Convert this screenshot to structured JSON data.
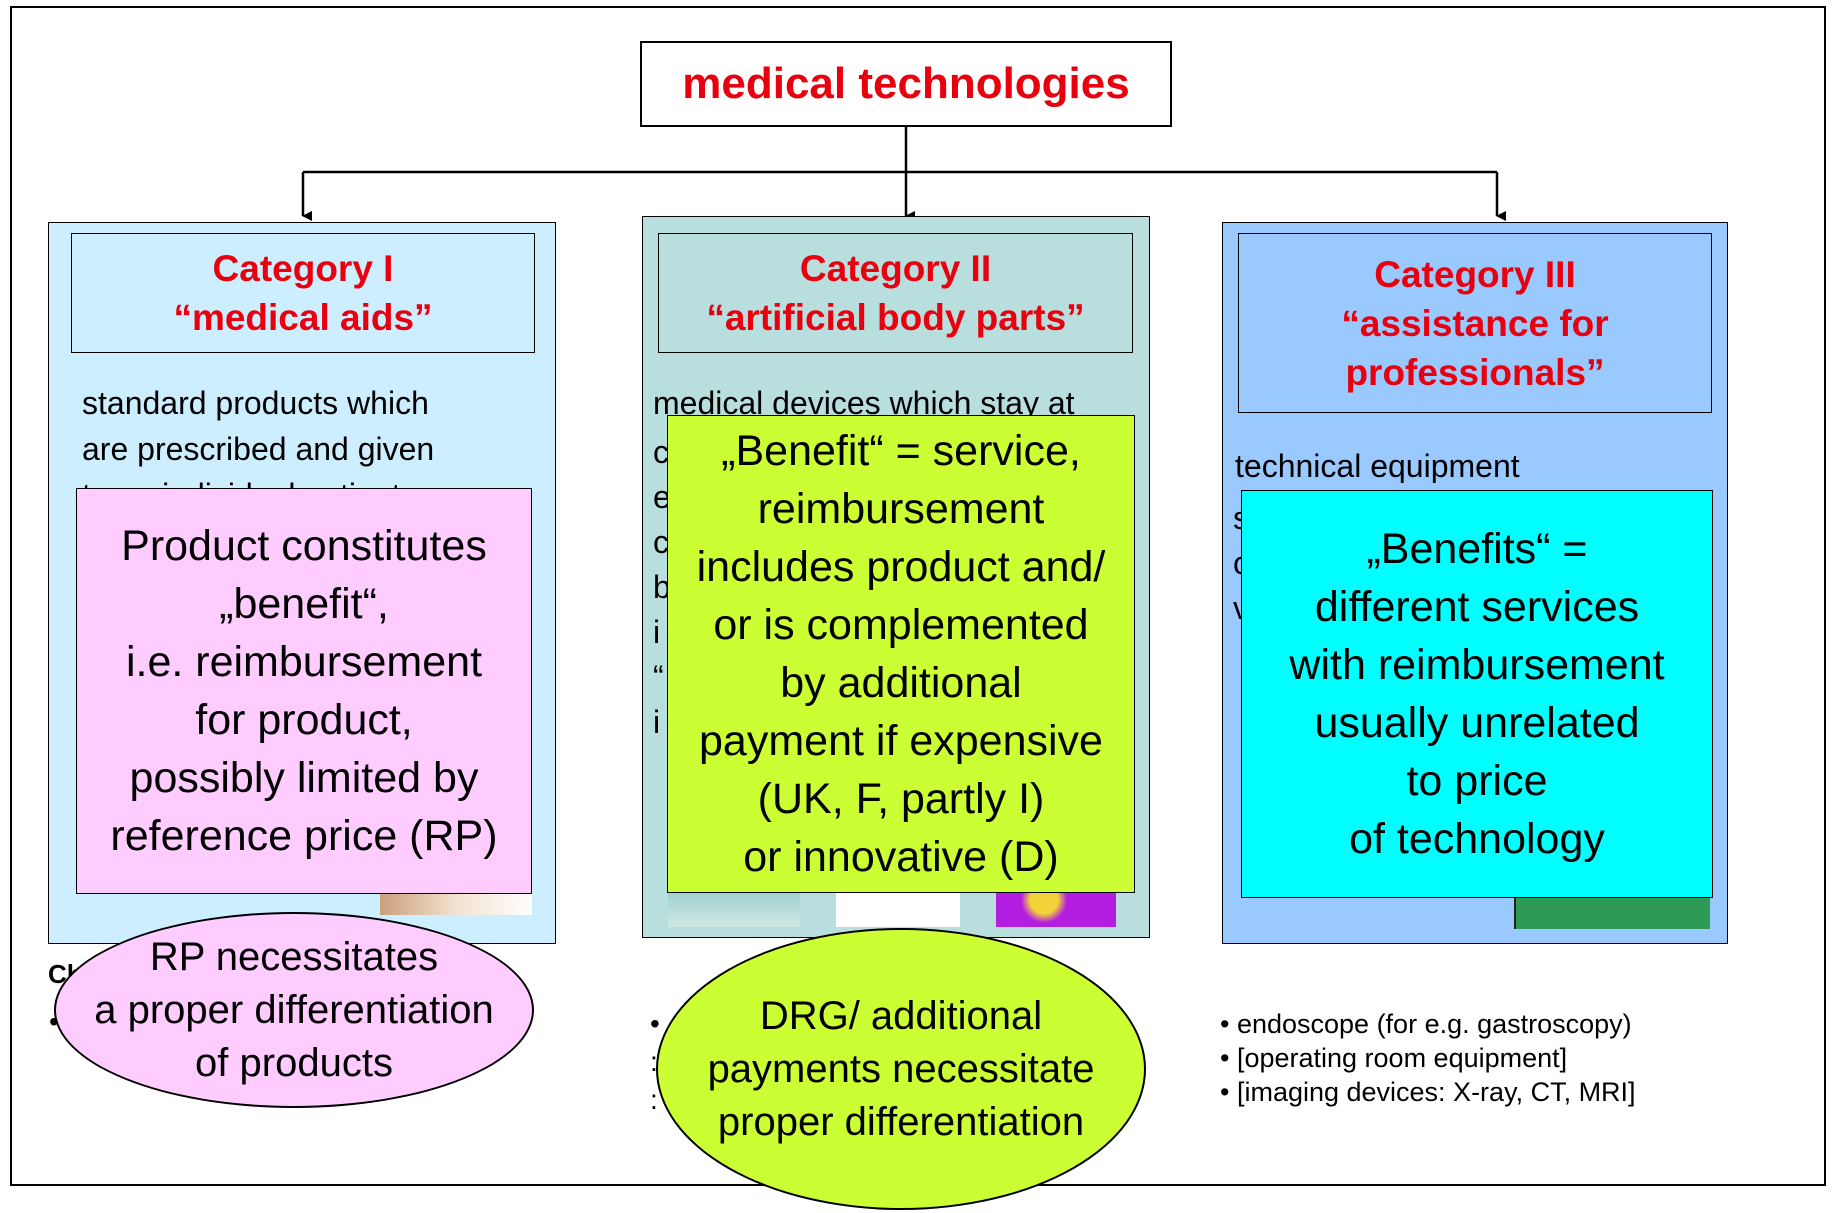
{
  "colors": {
    "title_red": "#e8000e",
    "cat1_bg": "#cceeff",
    "cat2_bg": "#b8dede",
    "cat3_bg": "#99c9ff",
    "pink_box": "#ffccff",
    "lime_box": "#ccff33",
    "cyan_box": "#00ffff"
  },
  "root": {
    "title": "medical technologies"
  },
  "categories": [
    {
      "title": "Category I",
      "subtitle": "“medical aids”",
      "description": [
        "standard products which",
        "are prescribed and given",
        "to an individual patient"
      ],
      "benefit_box": [
        "Product constitutes",
        "„benefit“,",
        "i.e. reimbursement",
        "for product,",
        "possibly limited by",
        "reference price (RP)"
      ],
      "note_ellipse": [
        "RP necessitates",
        "a proper differentiation",
        "of products"
      ],
      "examples_fragment": "Ch"
    },
    {
      "title": "Category II",
      "subtitle": "“artificial body parts”",
      "description": [
        "medical devices which stay at"
      ],
      "benefit_box": [
        "„Benefit“ = service,",
        "reimbursement",
        "includes product and/",
        "or is complemented",
        "by additional",
        "payment if expensive",
        "(UK, F, partly I)",
        "or innovative (D)"
      ],
      "note_ellipse": [
        "DRG/ additional",
        "payments necessitate",
        "proper differentiation"
      ]
    },
    {
      "title": "Category III",
      "subtitle": "“assistance for professionals”",
      "description": [
        "technical equipment"
      ],
      "benefit_box": [
        "„Benefits“ =",
        "different services",
        "with reimbursement",
        "usually unrelated",
        "to price",
        "of technology"
      ],
      "examples": [
        "• endoscope (for e.g. gastroscopy)",
        "• [operating room equipment]",
        "• [imaging devices: X-ray, CT, MRI]"
      ]
    }
  ]
}
